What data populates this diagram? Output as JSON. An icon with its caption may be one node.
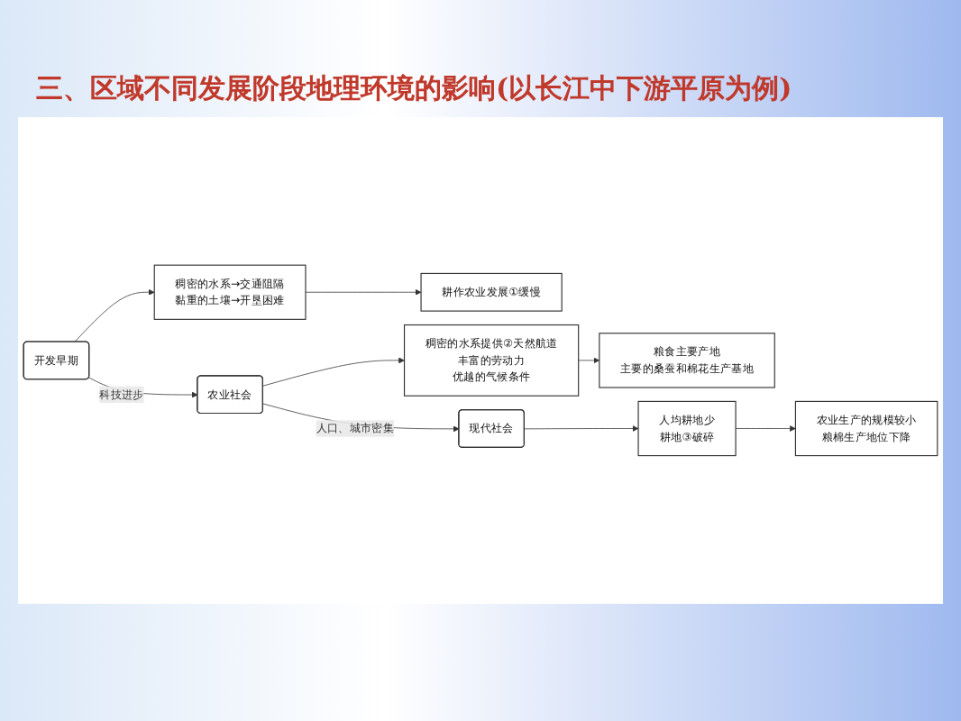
{
  "diagram": {
    "title": "三、区域不同发展阶段地理环境的影响(以长江中下游平原为例)",
    "nodes": [
      {
        "text": [
          "开发早期"
        ]
      },
      {
        "text": [
          "稠密的水系→交通阻隔",
          "黏重的土壤→开垦困难"
        ]
      },
      {
        "text": [
          "耕作农业发展①缓慢"
        ]
      },
      {
        "text": [
          "农业社会"
        ]
      },
      {
        "text": [
          "稠密的水系提供②天然航道",
          "丰富的劳动力",
          "优越的气候条件"
        ]
      },
      {
        "text": [
          "粮食主要产地",
          "主要的桑蚕和棉花生产基地"
        ]
      },
      {
        "text": [
          "现代社会"
        ]
      },
      {
        "text": [
          "人均耕地少",
          "耕地③破碎"
        ]
      },
      {
        "text": [
          "农业生产的规模较小",
          "粮棉生产地位下降"
        ]
      }
    ],
    "edges": [
      {
        "from": 0,
        "to": 1,
        "arrow": "to"
      },
      {
        "from": 1,
        "to": 2,
        "arrow": "to"
      },
      {
        "from": 0,
        "to": 3,
        "arrow": "to",
        "label": "科技进步"
      },
      {
        "from": 3,
        "to": 4,
        "arrow": "to"
      },
      {
        "from": 4,
        "to": 5,
        "arrow": "to"
      },
      {
        "from": 3,
        "to": 6,
        "arrow": "to",
        "label": "人口、城市密集"
      },
      {
        "from": 6,
        "to": 7,
        "arrow": "to"
      },
      {
        "from": 7,
        "to": 8,
        "arrow": "to"
      }
    ]
  }
}
